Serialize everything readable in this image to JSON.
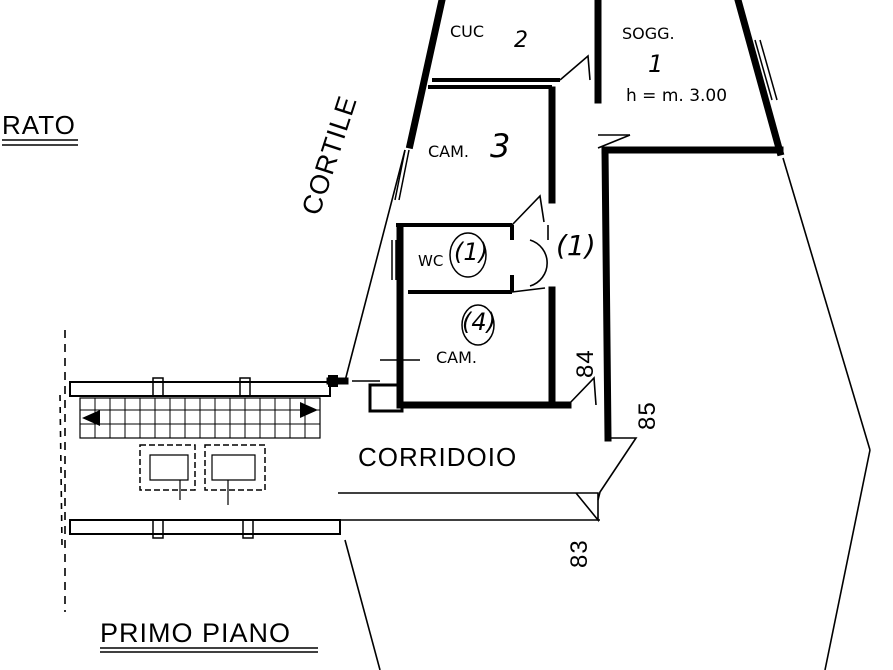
{
  "labels": {
    "partial_floor": "RATO",
    "courtyard": "CORTILE",
    "kitchen": "CUC",
    "kitchen_num": "2",
    "living": "SOGG.",
    "living_num": "1",
    "height": "h = m. 3.00",
    "bedroom_a": "CAM.",
    "bedroom_a_num": "3",
    "wc": "WC",
    "wc_num": "(1)",
    "hall_num": "(1)",
    "bedroom_b_num": "(4)",
    "bedroom_b": "CAM.",
    "corridor": "CORRIDOIO",
    "unit_84": "84",
    "unit_85": "85",
    "unit_83": "83",
    "floor_title": "PRIMO PIANO"
  }
}
